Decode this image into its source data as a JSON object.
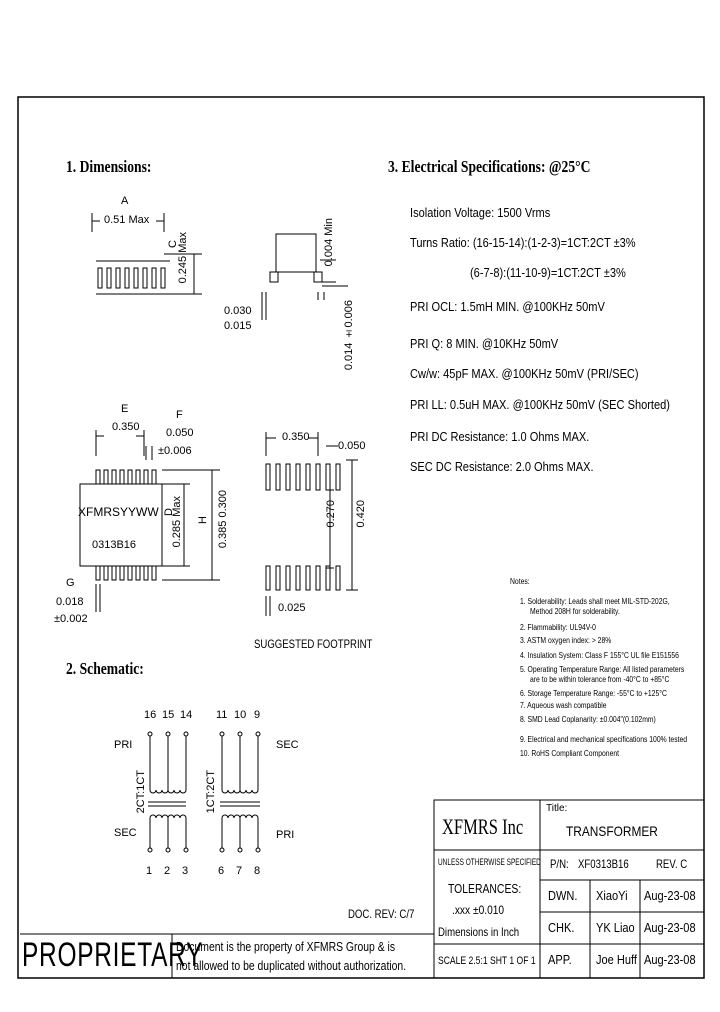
{
  "dimensions": {
    "heading": "1. Dimensions:",
    "A_label": "A",
    "A_value": "0.51 Max",
    "C_label": "C",
    "C_value": "0.245 Max",
    "side_height": "0.004 Min",
    "side_lead": "0.030",
    "side_lead2": "0.015",
    "side_foot": "0.014 ±0.006",
    "E_label": "E",
    "E_value": "0.350",
    "F_label": "F",
    "F_value1": "0.050",
    "F_value2": "±0.006",
    "D_label": "D",
    "D_value": "0.285 Max",
    "H_label": "H",
    "H_value": "0.385 0.300",
    "G_label": "G",
    "G_value1": "0.018",
    "G_value2": "±0.002",
    "marking1": "XFMRSYYWW",
    "marking2": "0313B16",
    "fp_pitch": "0.350",
    "fp_pad": "0.050",
    "fp_inner": "0.270",
    "fp_outer": "0.420",
    "fp_width": "0.025",
    "fp_caption": "SUGGESTED FOOTPRINT"
  },
  "electrical": {
    "heading": "3. Electrical Specifications: @25°C",
    "lines": [
      "Isolation Voltage: 1500 Vrms",
      "Turns Ratio: (16-15-14):(1-2-3)=1CT:2CT ±3%",
      "(6-7-8):(11-10-9)=1CT:2CT ±3%",
      "PRI OCL: 1.5mH MIN. @100KHz 50mV",
      "PRI Q: 8 MIN. @10KHz 50mV",
      "Cw/w: 45pF MAX. @100KHz 50mV (PRI/SEC)",
      "PRI LL: 0.5uH MAX. @100KHz 50mV (SEC Shorted)",
      "PRI DC Resistance: 1.0 Ohms MAX.",
      "SEC DC Resistance: 2.0 Ohms MAX."
    ]
  },
  "notes": {
    "title": "Notes:",
    "items": [
      "1. Solderability: Leads shall meet MIL-STD-202G,",
      "Method 208H for solderability.",
      "2. Flammability: UL94V-0",
      "3. ASTM oxygen index: > 28%",
      "4. Insulation System: Class F 155°C UL file E151556",
      "5. Operating Temperature Range: All listed parameters",
      "are to be within tolerance from -40°C to +85°C",
      "6. Storage Temperature Range: -55°C to +125°C",
      "7. Aqueous wash compatible",
      "8. SMD Lead Coplanarity: ±0.004\"(0.102mm)",
      "9. Electrical and mechanical specifications 100% tested",
      "10. RoHS Compliant Component"
    ]
  },
  "schematic": {
    "heading": "2. Schematic:",
    "top_left_pins": [
      "16",
      "15",
      "14"
    ],
    "top_right_pins": [
      "11",
      "10",
      "9"
    ],
    "bot_left_pins": [
      "1",
      "2",
      "3"
    ],
    "bot_right_pins": [
      "6",
      "7",
      "8"
    ],
    "pri_left": "PRI",
    "sec_left": "SEC",
    "sec_right": "SEC",
    "pri_right": "PRI",
    "ratio_left": "2CT:1CT",
    "ratio_right": "1CT:2CT"
  },
  "title_block": {
    "company": "XFMRS Inc",
    "title_label": "Title:",
    "title_value": "TRANSFORMER",
    "unless": "UNLESS OTHERWISE SPECIFIED",
    "tolerances": "TOLERANCES:",
    "tol_value": ".xxx ±0.010",
    "dims_in": "Dimensions in Inch",
    "scale": "SCALE 2.5:1 SHT 1 OF 1",
    "pn_label": "P/N:",
    "pn_value": "XF0313B16",
    "rev": "REV. C",
    "rows": [
      {
        "label": "DWN.",
        "name": "XiaoYi",
        "date": "Aug-23-08"
      },
      {
        "label": "CHK.",
        "name": "YK Liao",
        "date": "Aug-23-08"
      },
      {
        "label": "APP.",
        "name": "Joe Huff",
        "date": "Aug-23-08"
      }
    ],
    "doc_rev": "DOC. REV: C/7",
    "proprietary": "PROPRIETARY",
    "prop_text1": "Document is the property of XFMRS Group & is",
    "prop_text2": "not allowed to be duplicated without authorization."
  }
}
